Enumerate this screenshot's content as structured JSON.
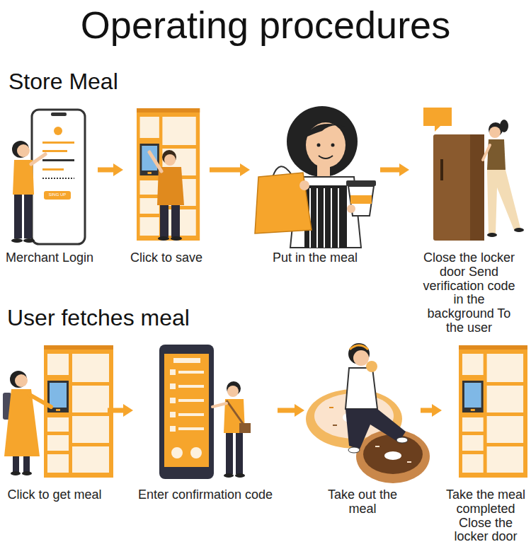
{
  "diagram": {
    "title": "Operating procedures",
    "nodes": [
      {
        "text": [
          "Merchant Login"
        ]
      },
      {
        "text": [
          "Click to save"
        ]
      },
      {
        "text": [
          "Put in the meal"
        ]
      },
      {
        "text": [
          "Close the locker door Send verification code in the background To the user"
        ]
      },
      {
        "text": [
          "Click to get meal"
        ]
      },
      {
        "text": [
          "Enter confirmation code"
        ]
      },
      {
        "text": [
          "Take out the meal"
        ]
      },
      {
        "text": [
          "Take the meal completed Close the locker door"
        ]
      }
    ],
    "edges": [
      {
        "from": 0,
        "to": 1,
        "arrow": "to"
      },
      {
        "from": 1,
        "to": 2,
        "arrow": "to"
      },
      {
        "from": 2,
        "to": 3,
        "arrow": "to"
      },
      {
        "from": 4,
        "to": 5,
        "arrow": "to"
      },
      {
        "from": 5,
        "to": 6,
        "arrow": "to"
      },
      {
        "from": 6,
        "to": 7,
        "arrow": "to"
      }
    ],
    "labels": [
      "Store Meal",
      "User fetches meal",
      "SING UP"
    ]
  }
}
